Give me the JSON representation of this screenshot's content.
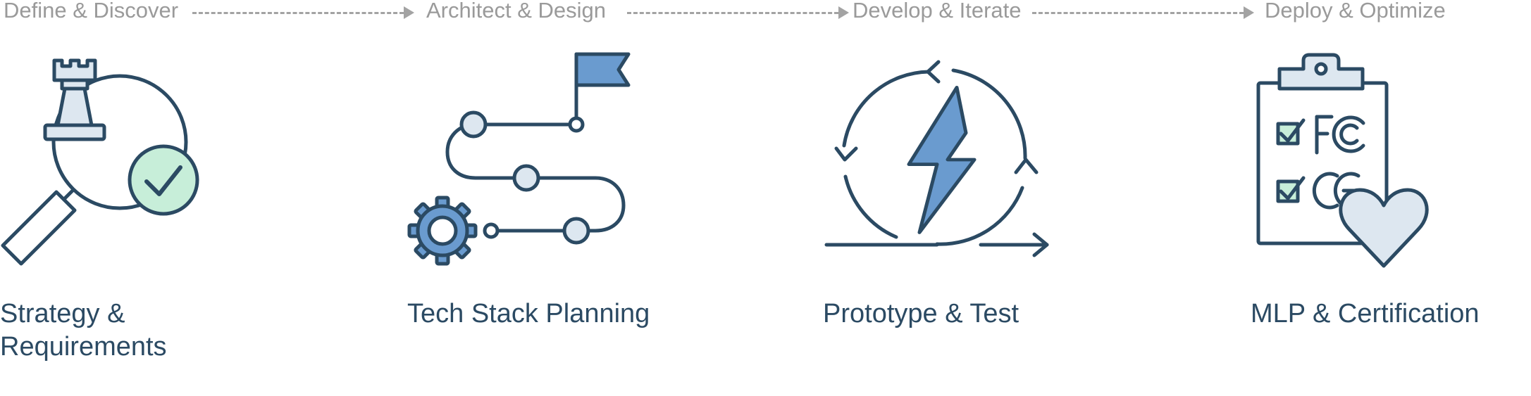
{
  "phases": [
    {
      "label": "Define & Discover"
    },
    {
      "label": "Architect & Design"
    },
    {
      "label": "Develop & Iterate"
    },
    {
      "label": "Deploy & Optimize"
    }
  ],
  "steps": [
    {
      "label": "Strategy & Requirements",
      "icon": "chess-rook-magnifier-check-icon"
    },
    {
      "label": "Tech Stack Planning",
      "icon": "roadmap-flag-gear-icon"
    },
    {
      "label": "Prototype & Test",
      "icon": "lightning-cycle-icon"
    },
    {
      "label": "MLP & Certification",
      "icon": "clipboard-fcc-ce-heart-icon"
    }
  ],
  "colors": {
    "stroke": "#2b4a63",
    "fill_light": "#dde7f0",
    "fill_blue": "#6a9bcf",
    "fill_mint": "#c7eed9",
    "phase_text": "#9a9a9a",
    "arrow": "#a3a3a3"
  }
}
